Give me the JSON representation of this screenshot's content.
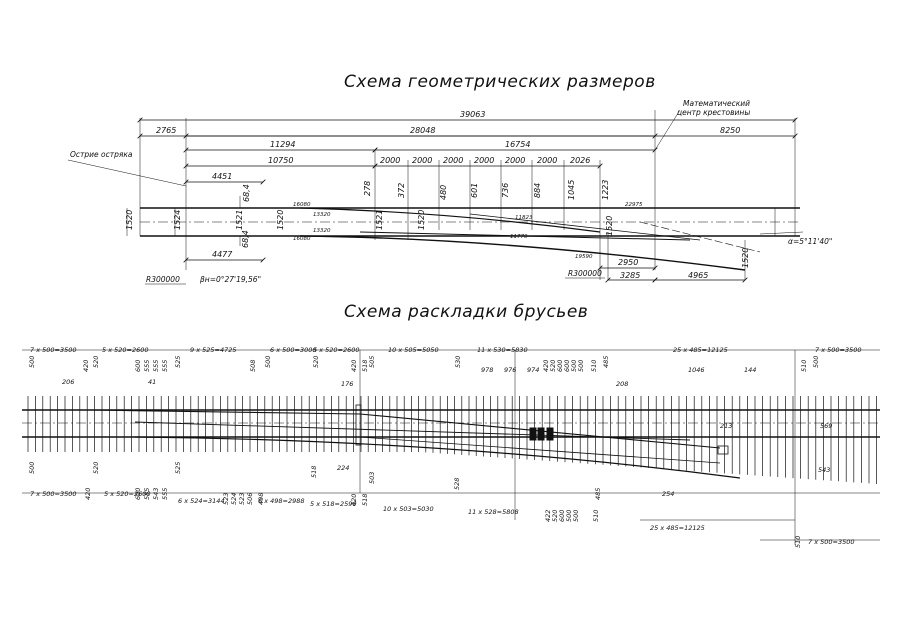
{
  "titles": {
    "geometry": "Схема геометрических размеров",
    "layout": "Схема раскладки брусьев"
  },
  "labels": {
    "switch_point": "Острие остряка",
    "math_center_1": "Математический",
    "math_center_2": "центр крестовины",
    "radius_left": "R300000",
    "radius_right": "R300000",
    "beta": "βн=0°27'19,56\"",
    "alpha": "α=5°11'40\""
  },
  "geometry_dims": {
    "total": "39063",
    "left_front": "2765",
    "middle": "28048",
    "right_tail": "8250",
    "d11294": "11294",
    "d16754": "16754",
    "d10750": "10750",
    "steps": [
      "2000",
      "2000",
      "2000",
      "2000",
      "2000",
      "2000",
      "2026"
    ],
    "d4451": "4451",
    "d4477": "4477",
    "ords": [
      "68,4",
      "278",
      "372",
      "480",
      "601",
      "736",
      "884",
      "1045",
      "1223"
    ],
    "gauge": [
      "1520",
      "1524",
      "1521",
      "1520",
      "1521",
      "1520",
      "1520",
      "1520"
    ],
    "inner": [
      "16080",
      "13320",
      "13320",
      "16080",
      "11823",
      "11770",
      "19590",
      "22975"
    ],
    "d2950": "2950",
    "d3285": "3285",
    "d4965": "4965",
    "d684b": "68,4"
  },
  "layout_dims": {
    "top_groups": [
      "7 x 500=3500",
      "420",
      "5 x 520=2600",
      "600",
      "555",
      "555",
      "555",
      "9 x 525=4725",
      "508",
      "6 x 500=3000",
      "5 x 520=2600",
      "420",
      "518",
      "10 x 505=5050",
      "11 x 530=5830",
      "420",
      "520",
      "600",
      "600",
      "500",
      "500",
      "510",
      "25 x 485=12125",
      "510",
      "7 x 500=3500"
    ],
    "top_inner": [
      "500",
      "206",
      "520",
      "41",
      "525",
      "500",
      "520",
      "176",
      "505",
      "530",
      "978",
      "976",
      "974",
      "485",
      "208",
      "1046",
      "144",
      "500"
    ],
    "bottom_groups": [
      "7 x 500=3500",
      "420",
      "5 x 520=2600",
      "600",
      "555",
      "543",
      "555",
      "6 x 524=3144",
      "523",
      "524",
      "523",
      "506",
      "498",
      "6 x 498=2988",
      "5 x 518=2590",
      "420",
      "518",
      "10 x 503=5030",
      "11 x 528=5808",
      "422",
      "520",
      "600",
      "500",
      "500",
      "510",
      "25 x 485=12125",
      "510",
      "7 x 500=3500"
    ],
    "bottom_inner": [
      "500",
      "520",
      "525",
      "518",
      "224",
      "503",
      "528",
      "485",
      "254",
      "213",
      "569",
      "543"
    ]
  }
}
